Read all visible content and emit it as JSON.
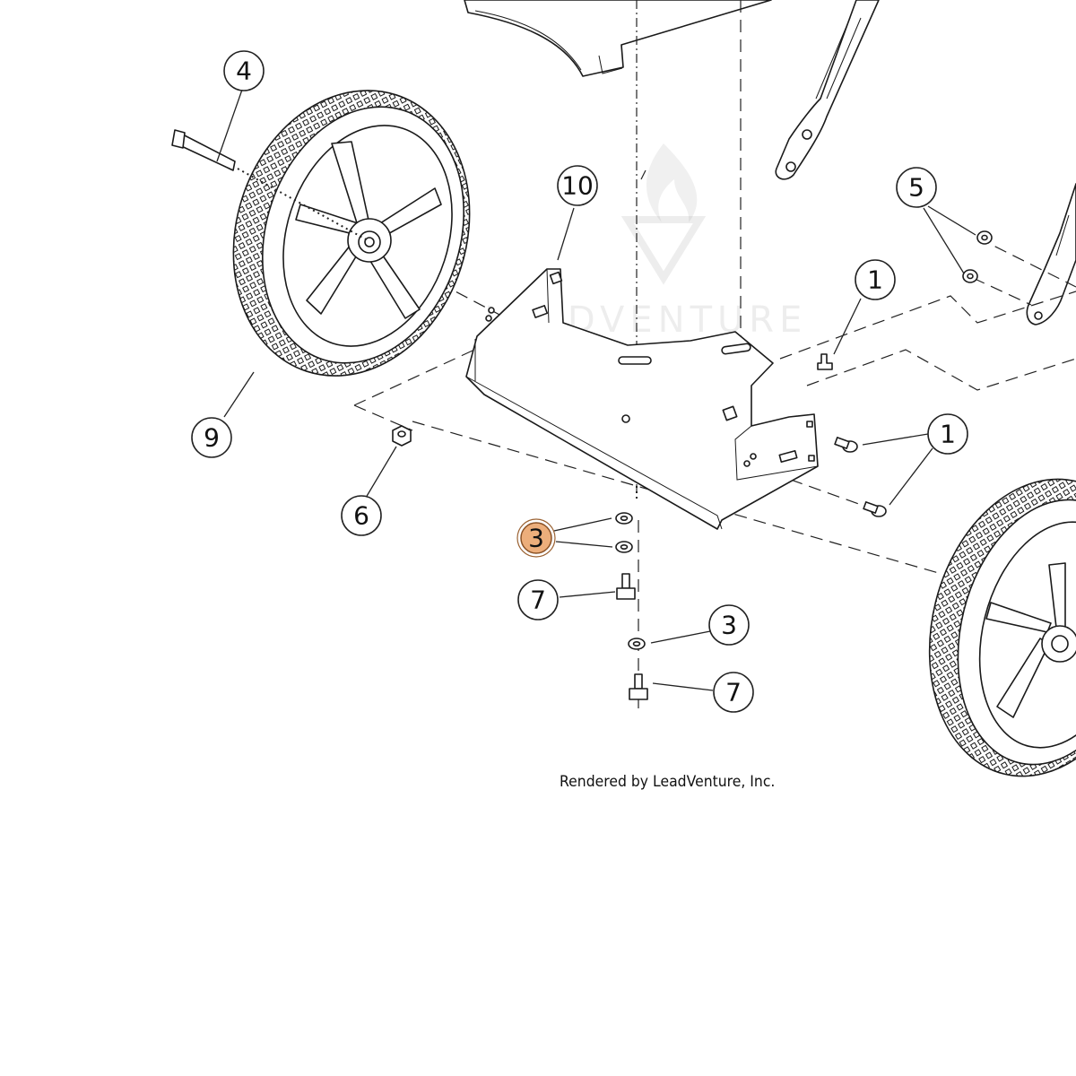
{
  "credit": "Rendered by LeadVenture, Inc.",
  "watermark": "LEADVENTURE",
  "highlight_color": "#ecae7b",
  "callouts": [
    {
      "id": "4",
      "label": "4"
    },
    {
      "id": "10",
      "label": "10"
    },
    {
      "id": "5",
      "label": "5"
    },
    {
      "id": "1a",
      "label": "1"
    },
    {
      "id": "1b",
      "label": "1"
    },
    {
      "id": "9",
      "label": "9"
    },
    {
      "id": "6",
      "label": "6"
    },
    {
      "id": "3a",
      "label": "3",
      "highlighted": true
    },
    {
      "id": "7a",
      "label": "7"
    },
    {
      "id": "3b",
      "label": "3"
    },
    {
      "id": "7b",
      "label": "7"
    }
  ]
}
